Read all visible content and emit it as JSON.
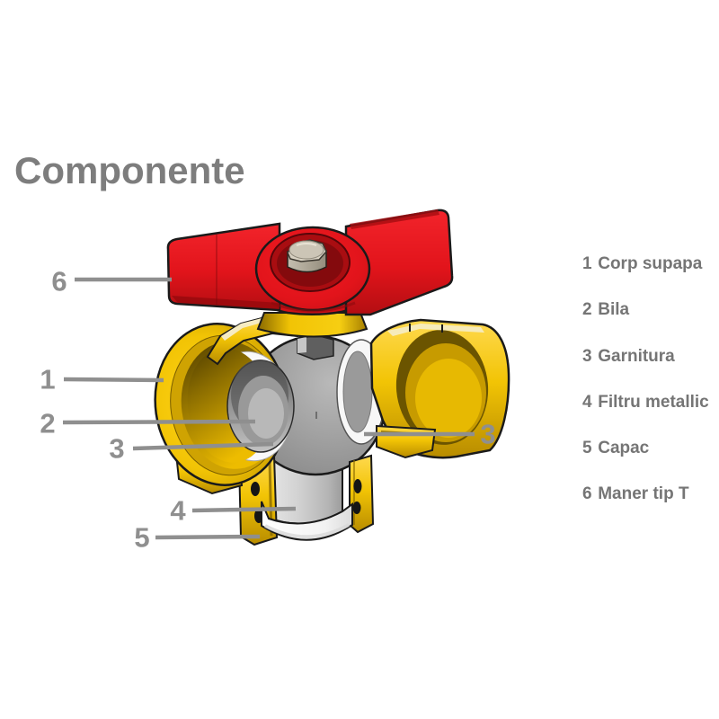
{
  "title": "Componente",
  "legend": {
    "items": [
      {
        "number": "1",
        "name": "Corp supapa"
      },
      {
        "number": "2",
        "name": "Bila"
      },
      {
        "number": "3",
        "name": "Garnitura"
      },
      {
        "number": "4",
        "name": "Filtru metallic"
      },
      {
        "number": "5",
        "name": "Capac"
      },
      {
        "number": "6",
        "name": "Maner tip T"
      }
    ]
  },
  "callouts": {
    "handle": "6",
    "body": "1",
    "ball": "2",
    "gasket_left": "3",
    "gasket_right": "3",
    "filter": "4",
    "cap": "5"
  },
  "colors": {
    "background": "#ffffff",
    "brass_gold": "#f2c405",
    "brass_dark": "#8a6a00",
    "handle_red": "#e2141b",
    "ball_gray": "#9c9c9c",
    "seal_white": "#f9f9f9",
    "outline_black": "#1a1a1a",
    "callout_gray": "#8f8f8f",
    "text_gray": "#757575",
    "title_gray": "#7d7d7d"
  }
}
